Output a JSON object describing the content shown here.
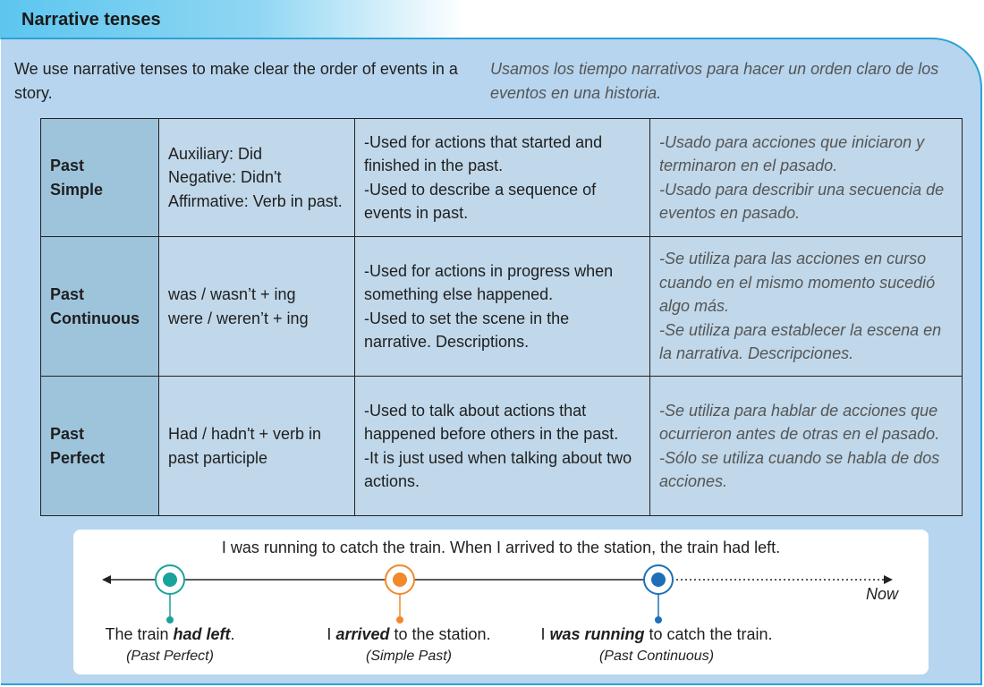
{
  "header": {
    "title": "Narrative tenses"
  },
  "intro": {
    "english": "We use narrative tenses to make clear the order of events in a story.",
    "spanish": "Usamos los tiempo narrativos para hacer un orden claro de los eventos en una historia."
  },
  "table": {
    "rows": [
      {
        "tense": [
          "Past",
          "Simple"
        ],
        "form": [
          "Auxiliary: Did",
          "Negative: Didn't",
          "Affirmative: Verb in past."
        ],
        "use": [
          "-Used for actions that started and finished in the past.",
          "-Used to describe a sequence of events in past."
        ],
        "uso": [
          "-Usado para acciones que iniciaron y terminaron en el pasado.",
          "-Usado para describir una secuencia de eventos en pasado."
        ]
      },
      {
        "tense": [
          "Past",
          "Continuous"
        ],
        "form": [
          "was / wasn’t + ing",
          "were / weren’t + ing"
        ],
        "use": [
          "-Used for actions in progress when something else happened.",
          "-Used to set the scene in the narrative. Descriptions."
        ],
        "uso": [
          "-Se utiliza para las acciones en curso cuando en el mismo momento sucedió algo más.",
          "-Se utiliza para establecer la escena en la narrativa. Descripciones."
        ]
      },
      {
        "tense": [
          "Past",
          "Perfect"
        ],
        "form": [
          "Had / hadn't + verb in past participle"
        ],
        "use": [
          "-Used to talk about actions that happened before others in the past.",
          "-It is just used when talking about two actions."
        ],
        "uso": [
          "-Se utiliza para hablar de acciones que ocurrieron antes de otras en el pasado.",
          "-Sólo se utiliza cuando se habla de dos acciones."
        ]
      }
    ]
  },
  "timeline": {
    "sentence": "I was running to catch the train. When I arrived to the station, the train had left.",
    "now_label": "Now",
    "colors": {
      "line": "#222222",
      "past_perfect": "#1aa39a",
      "simple_past": "#f08a2a",
      "past_continuous": "#1f6fb8"
    },
    "events": [
      {
        "pre": "The train ",
        "verb": "had left",
        "post": ".",
        "tense": "(Past Perfect)"
      },
      {
        "pre": "I ",
        "verb": "arrived",
        "post": " to the station.",
        "tense": "(Simple Past)"
      },
      {
        "pre": "I ",
        "verb": "was running",
        "post": " to catch the train.",
        "tense": "(Past Continuous)"
      }
    ]
  }
}
